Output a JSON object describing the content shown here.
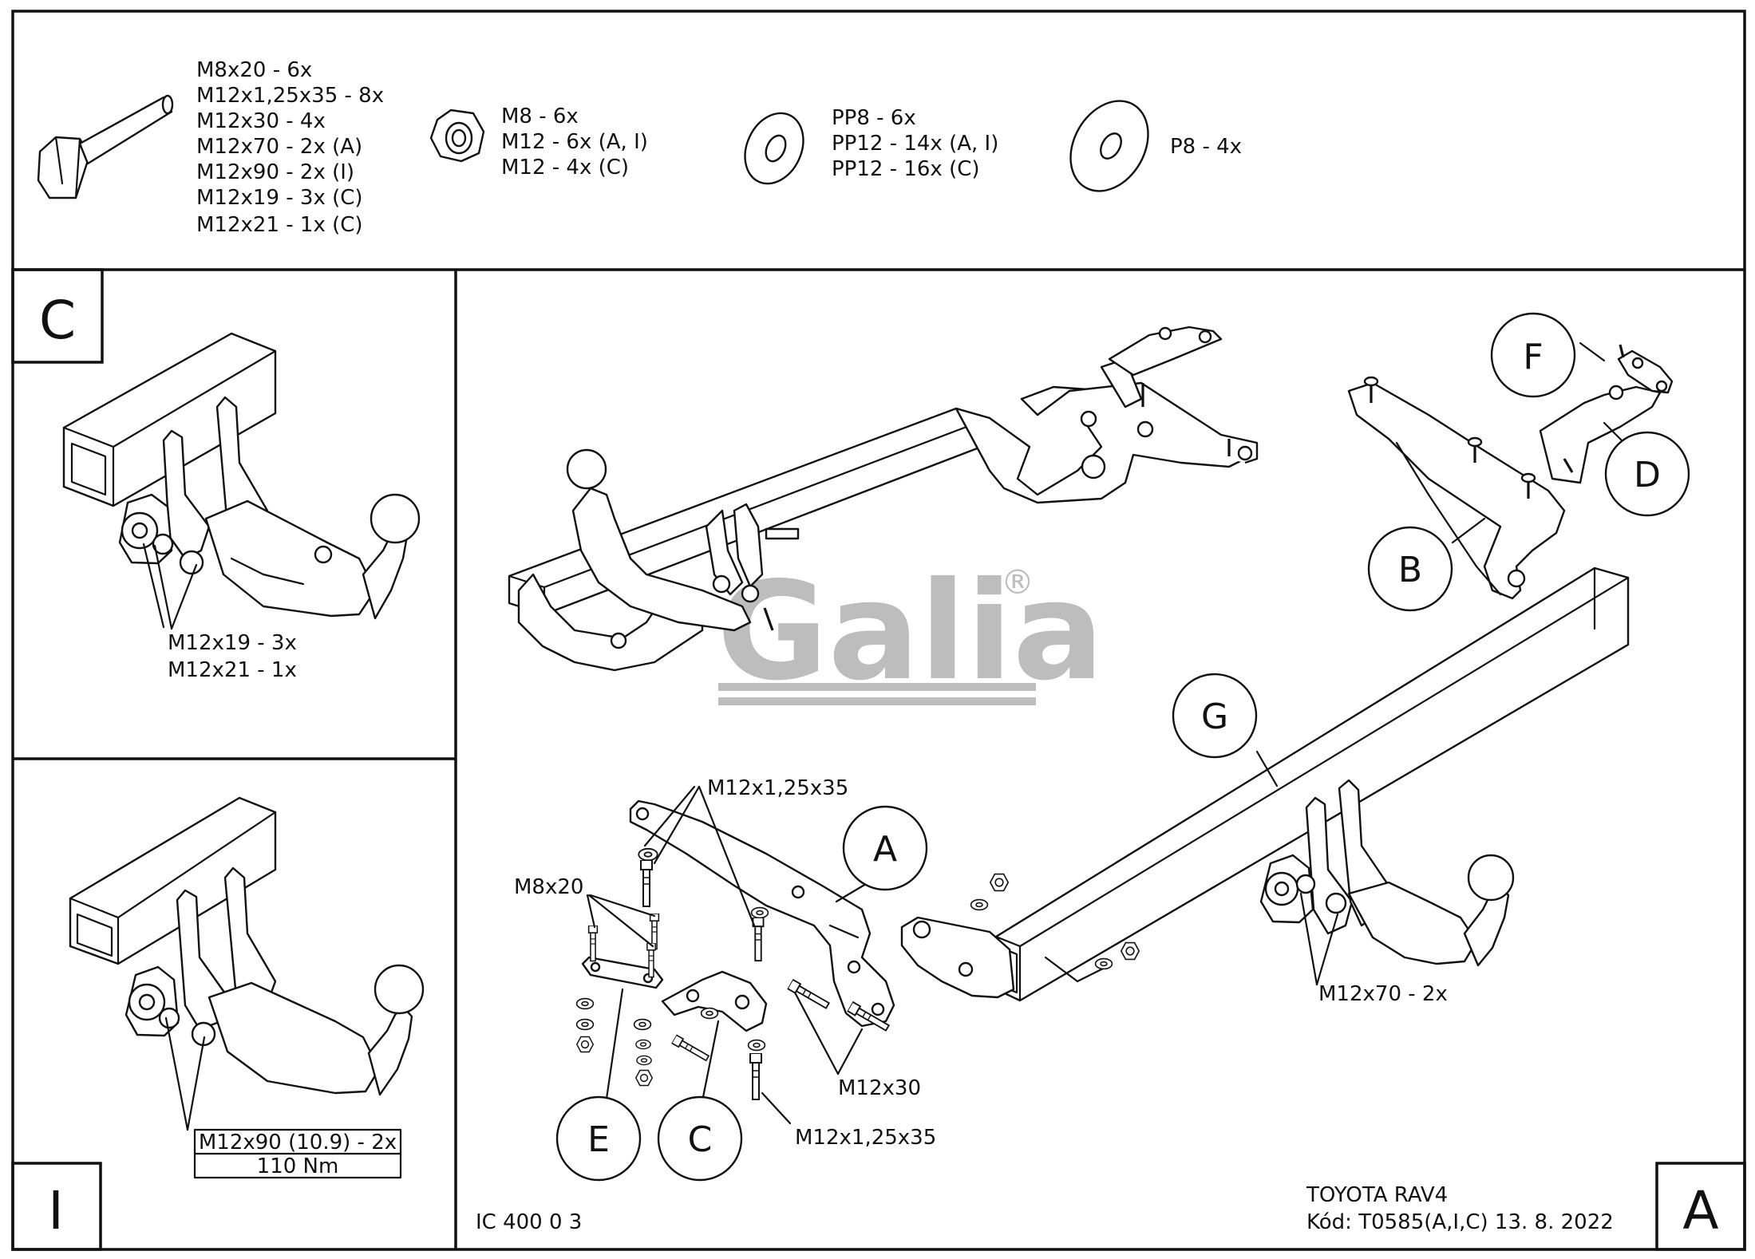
{
  "hardware": {
    "bolts": [
      "M8x20 - 6x",
      "M12x1,25x35 - 8x",
      "M12x30 - 4x",
      "M12x70 - 2x (A)",
      "M12x90 - 2x (I)",
      "M12x19 - 3x (C)",
      "M12x21 - 1x (C)"
    ],
    "nuts": [
      "M8 - 6x",
      "M12 - 6x (A, I)",
      "M12 - 4x (C)"
    ],
    "washers": [
      "PP8 - 6x",
      "PP12 - 14x (A, I)",
      "PP12 - 16x (C)"
    ],
    "plates": [
      "P8 - 4x"
    ]
  },
  "panels": {
    "c": {
      "letter": "C",
      "bolt_labels": [
        "M12x19 - 3x",
        "M12x21 - 1x"
      ]
    },
    "i": {
      "letter": "I",
      "torque_lines": [
        "M12x90 (10.9) - 2x",
        "110 Nm"
      ]
    }
  },
  "main": {
    "callouts": {
      "f": "F",
      "d": "D",
      "b": "B",
      "g": "G",
      "a": "A",
      "e": "E",
      "c": "C"
    },
    "bolt_labels": {
      "m12x125x35_top": "M12x1,25x35",
      "m8x20": "M8x20",
      "m12x30": "M12x30",
      "m12x125x35_bottom": "M12x1,25x35",
      "m12x70": "M12x70 - 2x"
    },
    "watermark": "Galia",
    "watermark_mark": "®",
    "drawing_code": "IC 400 0 3",
    "vehicle": "TOYOTA RAV4",
    "code_line": "Kód: T0585(A,I,C)  13. 8. 2022",
    "variant": "A"
  },
  "colors": {
    "ink": "#111111",
    "watermark": "#bdbdbd",
    "paper": "#ffffff"
  }
}
